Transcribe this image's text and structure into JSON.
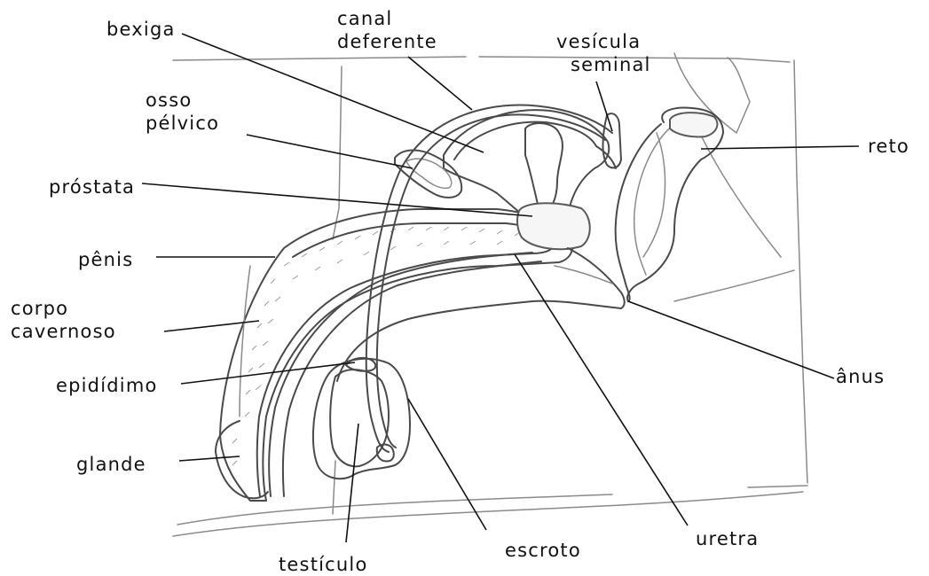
{
  "labels": {
    "bexiga": "bexiga",
    "canal_deferente_line1": "canal",
    "canal_deferente_line2": "deferente",
    "vesicula_line1": "vesícula",
    "vesicula_line2": "seminal",
    "osso_line1": "osso",
    "osso_line2": "pélvico",
    "reto": "reto",
    "prostata": "próstata",
    "penis": "pênis",
    "corpo_line1": "corpo",
    "corpo_line2": "cavernoso",
    "anus": "ânus",
    "epididimo": "epidídimo",
    "glande": "glande",
    "testiculo": "testículo",
    "escroto": "escroto",
    "uretra": "uretra"
  },
  "colors": {
    "line": "#111111",
    "outline": "#4a4a4a",
    "background": "#ffffff"
  }
}
